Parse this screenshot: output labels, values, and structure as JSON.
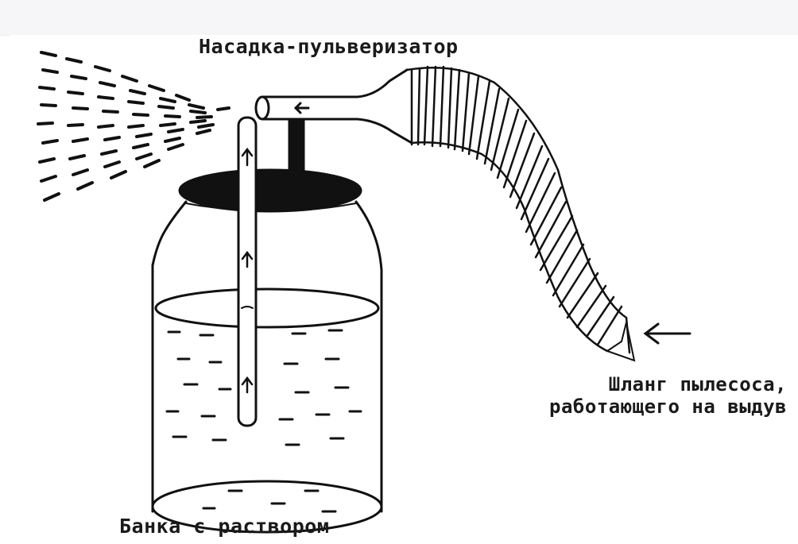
{
  "labels": {
    "nozzle": "Насадка-пульверизатор",
    "hose_line1": "Шланг пылесоса,",
    "hose_line2": "работающего на выдув",
    "jar": "Банка с раствором"
  },
  "colors": {
    "ink": "#111111",
    "background": "#ffffff",
    "top_band": "#f6f6f8"
  }
}
